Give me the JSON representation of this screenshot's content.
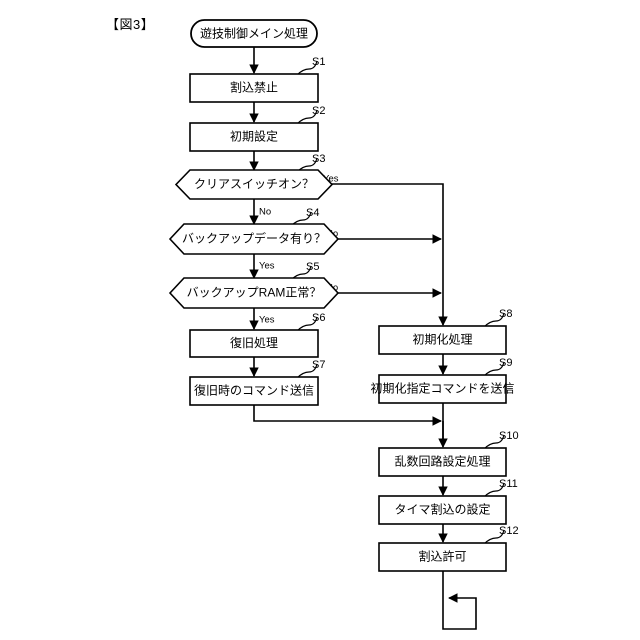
{
  "figure": {
    "label": "【図3】",
    "title": ""
  },
  "diagram": {
    "type": "flowchart",
    "orientation": "top-to-bottom",
    "start": {
      "id": "start",
      "shape": "terminator",
      "text": "遊技制御メイン処理"
    },
    "nodes": [
      {
        "id": "S1",
        "shape": "process",
        "text": "割込禁止",
        "step": "S1"
      },
      {
        "id": "S2",
        "shape": "process",
        "text": "初期設定",
        "step": "S2"
      },
      {
        "id": "S3",
        "shape": "decision",
        "text": "クリアスイッチオン？",
        "step": "S3"
      },
      {
        "id": "S4",
        "shape": "decision",
        "text": "バックアップデータ有り？",
        "step": "S4"
      },
      {
        "id": "S5",
        "shape": "decision",
        "text": "バックアップRAM正常？",
        "step": "S5"
      },
      {
        "id": "S6",
        "shape": "process",
        "text": "復旧処理",
        "step": "S6"
      },
      {
        "id": "S7",
        "shape": "process",
        "text": "復旧時のコマンド送信",
        "step": "S7"
      },
      {
        "id": "S8",
        "shape": "process",
        "text": "初期化処理",
        "step": "S8"
      },
      {
        "id": "S9",
        "shape": "process",
        "text": "初期化指定コマンドを送信",
        "step": "S9"
      },
      {
        "id": "S10",
        "shape": "process",
        "text": "乱数回路設定処理",
        "step": "S10"
      },
      {
        "id": "S11",
        "shape": "process",
        "text": "タイマ割込の設定",
        "step": "S11"
      },
      {
        "id": "S12",
        "shape": "process",
        "text": "割込許可",
        "step": "S12"
      }
    ],
    "branch_labels": {
      "s3_yes": "Yes",
      "s3_no": "No",
      "s4_no": "No",
      "s4_yes": "Yes",
      "s5_no": "No",
      "s5_yes": "Yes"
    },
    "edges": [
      {
        "from": "start",
        "to": "S1",
        "label": ""
      },
      {
        "from": "S1",
        "to": "S2",
        "label": ""
      },
      {
        "from": "S2",
        "to": "S3",
        "label": ""
      },
      {
        "from": "S3",
        "to": "S4",
        "label": "No"
      },
      {
        "from": "S3",
        "to": "S8",
        "label": "Yes"
      },
      {
        "from": "S4",
        "to": "S5",
        "label": "Yes"
      },
      {
        "from": "S4",
        "to": "S8",
        "label": "No"
      },
      {
        "from": "S5",
        "to": "S6",
        "label": "Yes"
      },
      {
        "from": "S5",
        "to": "S8",
        "label": "No"
      },
      {
        "from": "S6",
        "to": "S7",
        "label": ""
      },
      {
        "from": "S7",
        "to": "S10",
        "label": ""
      },
      {
        "from": "S8",
        "to": "S9",
        "label": ""
      },
      {
        "from": "S9",
        "to": "S10",
        "label": ""
      },
      {
        "from": "S10",
        "to": "S11",
        "label": ""
      },
      {
        "from": "S11",
        "to": "S12",
        "label": ""
      },
      {
        "from": "S12",
        "to": "S12",
        "label": "loop-back"
      }
    ]
  },
  "colors": {
    "stroke": "#000000",
    "fill": "#ffffff",
    "background": "#ffffff"
  }
}
